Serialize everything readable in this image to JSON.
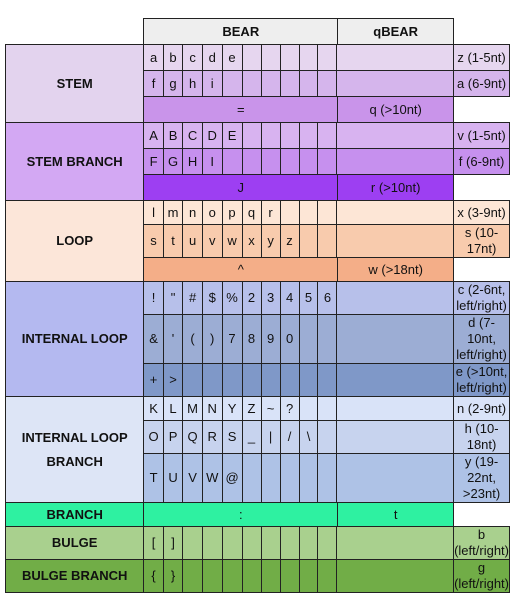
{
  "header": {
    "bear": "BEAR",
    "qbear": "qBEAR"
  },
  "colors": {
    "stem_cat": "#e3d3ee",
    "stem_light": "#e6d6ef",
    "stem_mid": "#d5b5ec",
    "stem_dark": "#c994ea",
    "sb_cat": "#d3a8f3",
    "sb_light": "#d8b3f0",
    "sb_mid": "#c690ee",
    "sb_dark": "#9d3ff2",
    "loop_cat": "#fce6d9",
    "loop_light": "#fde6d6",
    "loop_mid": "#f8cbad",
    "loop_dark": "#f4ae88",
    "il_cat": "#b4b9f0",
    "il_light": "#b7c0ea",
    "il_mid": "#9cadd4",
    "il_dark": "#7f98c8",
    "ilb_cat": "#dde5f6",
    "ilb_light": "#d9e3f8",
    "ilb_mid": "#c7d3ee",
    "ilb_dark": "#aec2e6",
    "branch": "#2ef1a1",
    "bulge": "#a9d08e",
    "bulge_branch": "#71ad47"
  },
  "rows": {
    "stem": {
      "label": "STEM",
      "r1": {
        "chars": [
          "a",
          "b",
          "c",
          "d",
          "e",
          "",
          "",
          "",
          "",
          "",
          ""
        ],
        "q": "z (1-5nt)"
      },
      "r2": {
        "chars": [
          "f",
          "g",
          "h",
          "i",
          "",
          "",
          "",
          "",
          "",
          "",
          ""
        ],
        "q": "a (6-9nt)"
      },
      "r3": {
        "char": "=",
        "q": "q (>10nt)"
      }
    },
    "stem_branch": {
      "label": "STEM BRANCH",
      "r1": {
        "chars": [
          "A",
          "B",
          "C",
          "D",
          "E",
          "",
          "",
          "",
          "",
          "",
          ""
        ],
        "q": "v (1-5nt)"
      },
      "r2": {
        "chars": [
          "F",
          "G",
          "H",
          "I",
          "",
          "",
          "",
          "",
          "",
          "",
          ""
        ],
        "q": "f (6-9nt)"
      },
      "r3": {
        "char": "J",
        "q": "r (>10nt)"
      }
    },
    "loop": {
      "label": "LOOP",
      "r1": {
        "chars": [
          "l",
          "m",
          "n",
          "o",
          "p",
          "q",
          "r",
          "",
          "",
          "",
          ""
        ],
        "q": "x (3-9nt)"
      },
      "r2": {
        "chars": [
          "s",
          "t",
          "u",
          "v",
          "w",
          "x",
          "y",
          "z",
          "",
          "",
          ""
        ],
        "q": "s (10-17nt)"
      },
      "r3": {
        "char": "^",
        "q": "w (>18nt)"
      }
    },
    "internal_loop": {
      "label": "INTERNAL LOOP",
      "r1": {
        "chars": [
          "!",
          "\"",
          "#",
          "$",
          "%",
          "2",
          "3",
          "4",
          "5",
          "6",
          ""
        ],
        "q": "c (2-6nt, left/right)"
      },
      "r2": {
        "chars": [
          "&",
          "'",
          "(",
          ")",
          "7",
          "8",
          "9",
          "0",
          "",
          "",
          ""
        ],
        "q": "d (7-10nt, left/right)"
      },
      "r3": {
        "chars": [
          "+",
          ">",
          "",
          "",
          "",
          "",
          "",
          "",
          "",
          "",
          ""
        ],
        "q": "e (>10nt, left/right)"
      }
    },
    "internal_loop_branch": {
      "label": "INTERNAL LOOP BRANCH",
      "r1": {
        "chars": [
          "K",
          "L",
          "M",
          "N",
          "Y",
          "Z",
          "~",
          "?",
          "",
          "",
          ""
        ],
        "q": "n (2-9nt)"
      },
      "r2": {
        "chars": [
          "O",
          "P",
          "Q",
          "R",
          "S",
          "_",
          "|",
          "/",
          "\\",
          "",
          ""
        ],
        "q": "h (10-18nt)"
      },
      "r3": {
        "chars": [
          "T",
          "U",
          "V",
          "W",
          "@",
          "",
          "",
          "",
          "",
          "",
          ""
        ],
        "q": "y (19-22nt, >23nt)"
      }
    },
    "branch": {
      "label": "BRANCH",
      "char": ":",
      "q": "t"
    },
    "bulge": {
      "label": "BULGE",
      "chars": [
        "[",
        "]",
        "",
        "",
        "",
        "",
        "",
        "",
        "",
        "",
        ""
      ],
      "q": "b (left/right)"
    },
    "bulge_branch": {
      "label": "BULGE BRANCH",
      "chars": [
        "{",
        "}",
        "",
        "",
        "",
        "",
        "",
        "",
        "",
        "",
        ""
      ],
      "q": "g (left/right)"
    }
  }
}
